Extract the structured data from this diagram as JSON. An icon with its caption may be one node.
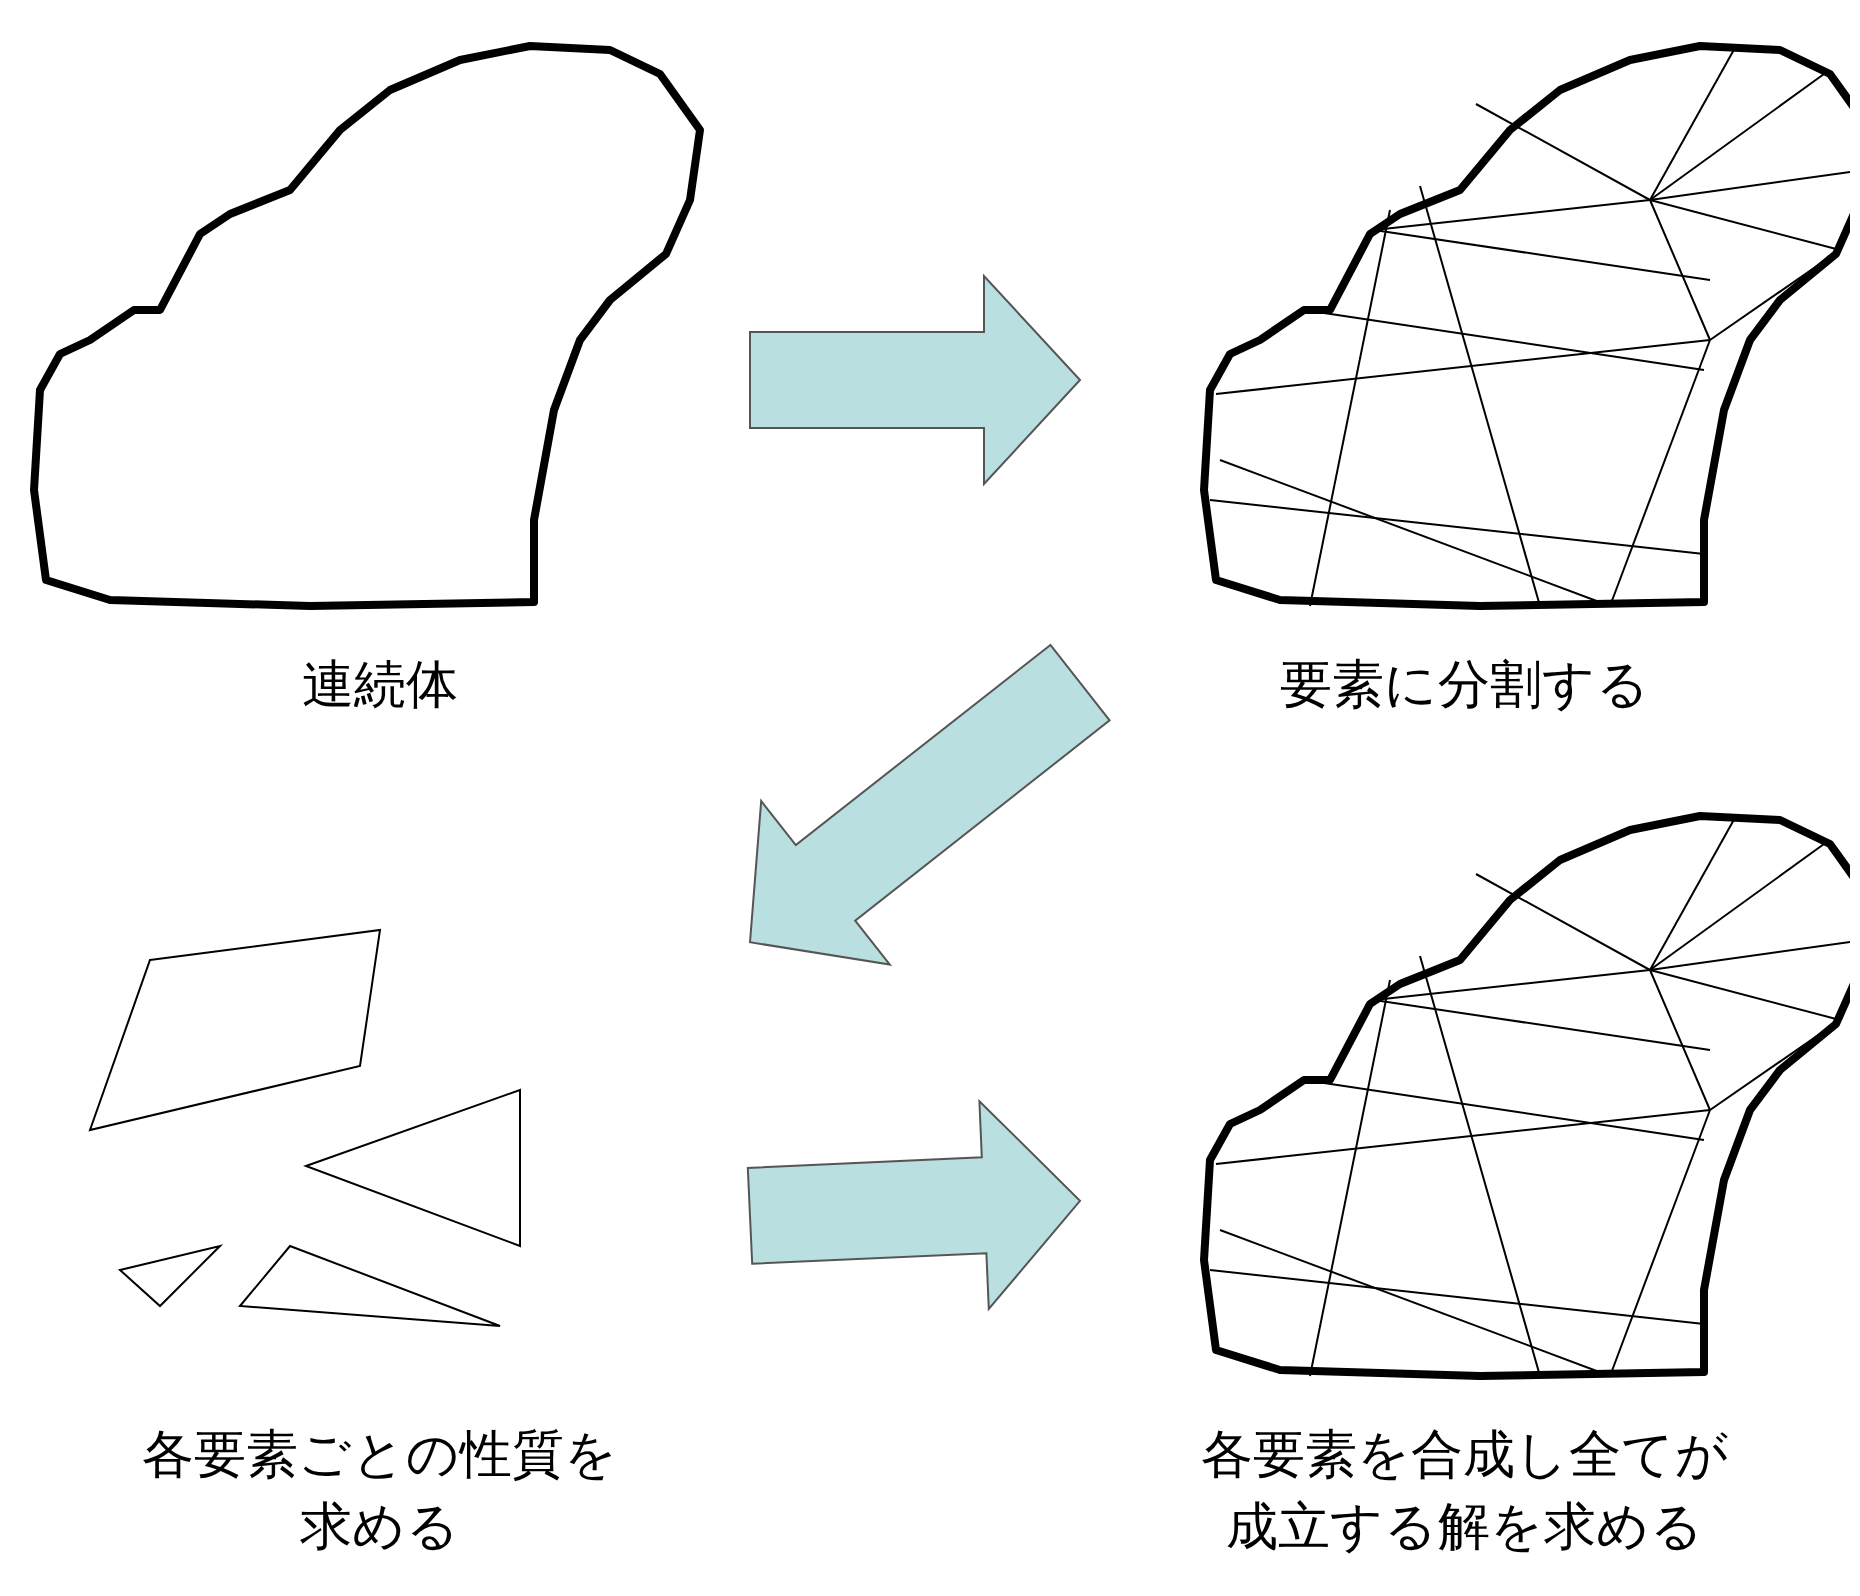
{
  "diagram": {
    "nodes": [
      {
        "text": [
          "連続体"
        ]
      },
      {
        "text": [
          "要素に分割する"
        ]
      },
      {
        "text": [
          "各要素ごとの性質を求める"
        ]
      },
      {
        "text": [
          "各要素を合成し全てが成立する解を求める"
        ]
      }
    ],
    "edges": [
      {
        "from": 0,
        "to": 1,
        "arrow": "to"
      },
      {
        "from": 1,
        "to": 2,
        "arrow": "to"
      },
      {
        "from": 2,
        "to": 3,
        "arrow": "to"
      }
    ]
  }
}
